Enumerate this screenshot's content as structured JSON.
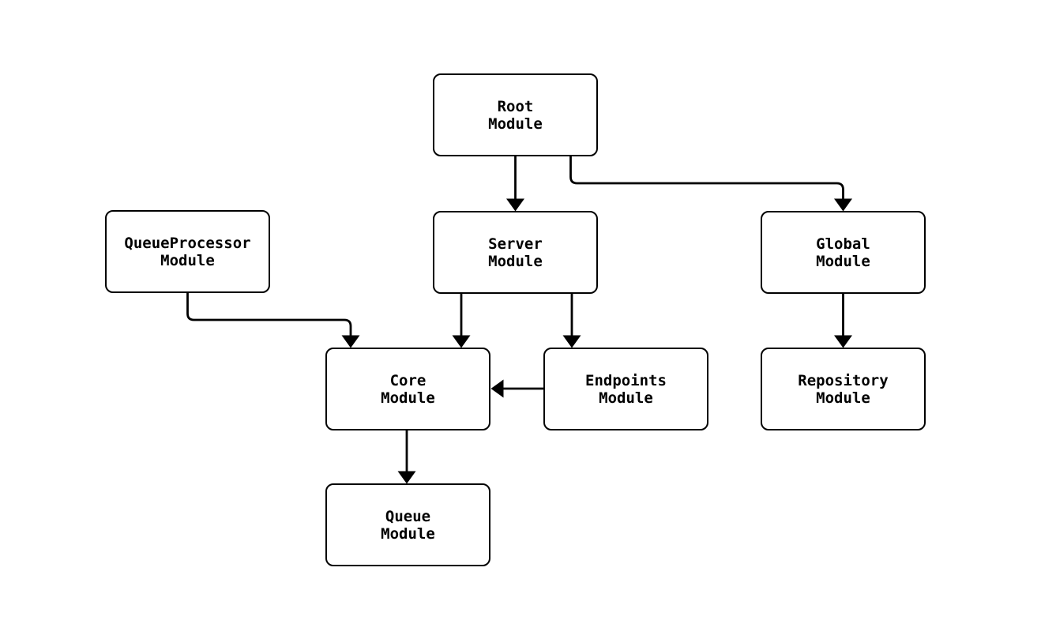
{
  "diagram": {
    "type": "module-dependency-flowchart",
    "background_color": "#ffffff",
    "node_fill_color": "#ffffff",
    "node_border_color": "#000000",
    "text_color": "#000000",
    "arrow_color": "#000000",
    "nodes": {
      "root": {
        "label": "Root\nModule"
      },
      "queueprocessor": {
        "label": "QueueProcessor\nModule"
      },
      "server": {
        "label": "Server\nModule"
      },
      "global": {
        "label": "Global\nModule"
      },
      "core": {
        "label": "Core\nModule"
      },
      "endpoints": {
        "label": "Endpoints\nModule"
      },
      "repository": {
        "label": "Repository\nModule"
      },
      "queue": {
        "label": "Queue\nModule"
      }
    },
    "edges": [
      {
        "from": "Root Module",
        "to": "Server Module"
      },
      {
        "from": "Root Module",
        "to": "Global Module"
      },
      {
        "from": "QueueProcessor Module",
        "to": "Core Module"
      },
      {
        "from": "Server Module",
        "to": "Core Module"
      },
      {
        "from": "Server Module",
        "to": "Endpoints Module"
      },
      {
        "from": "Endpoints Module",
        "to": "Core Module"
      },
      {
        "from": "Global Module",
        "to": "Repository Module"
      },
      {
        "from": "Core Module",
        "to": "Queue Module"
      }
    ]
  }
}
